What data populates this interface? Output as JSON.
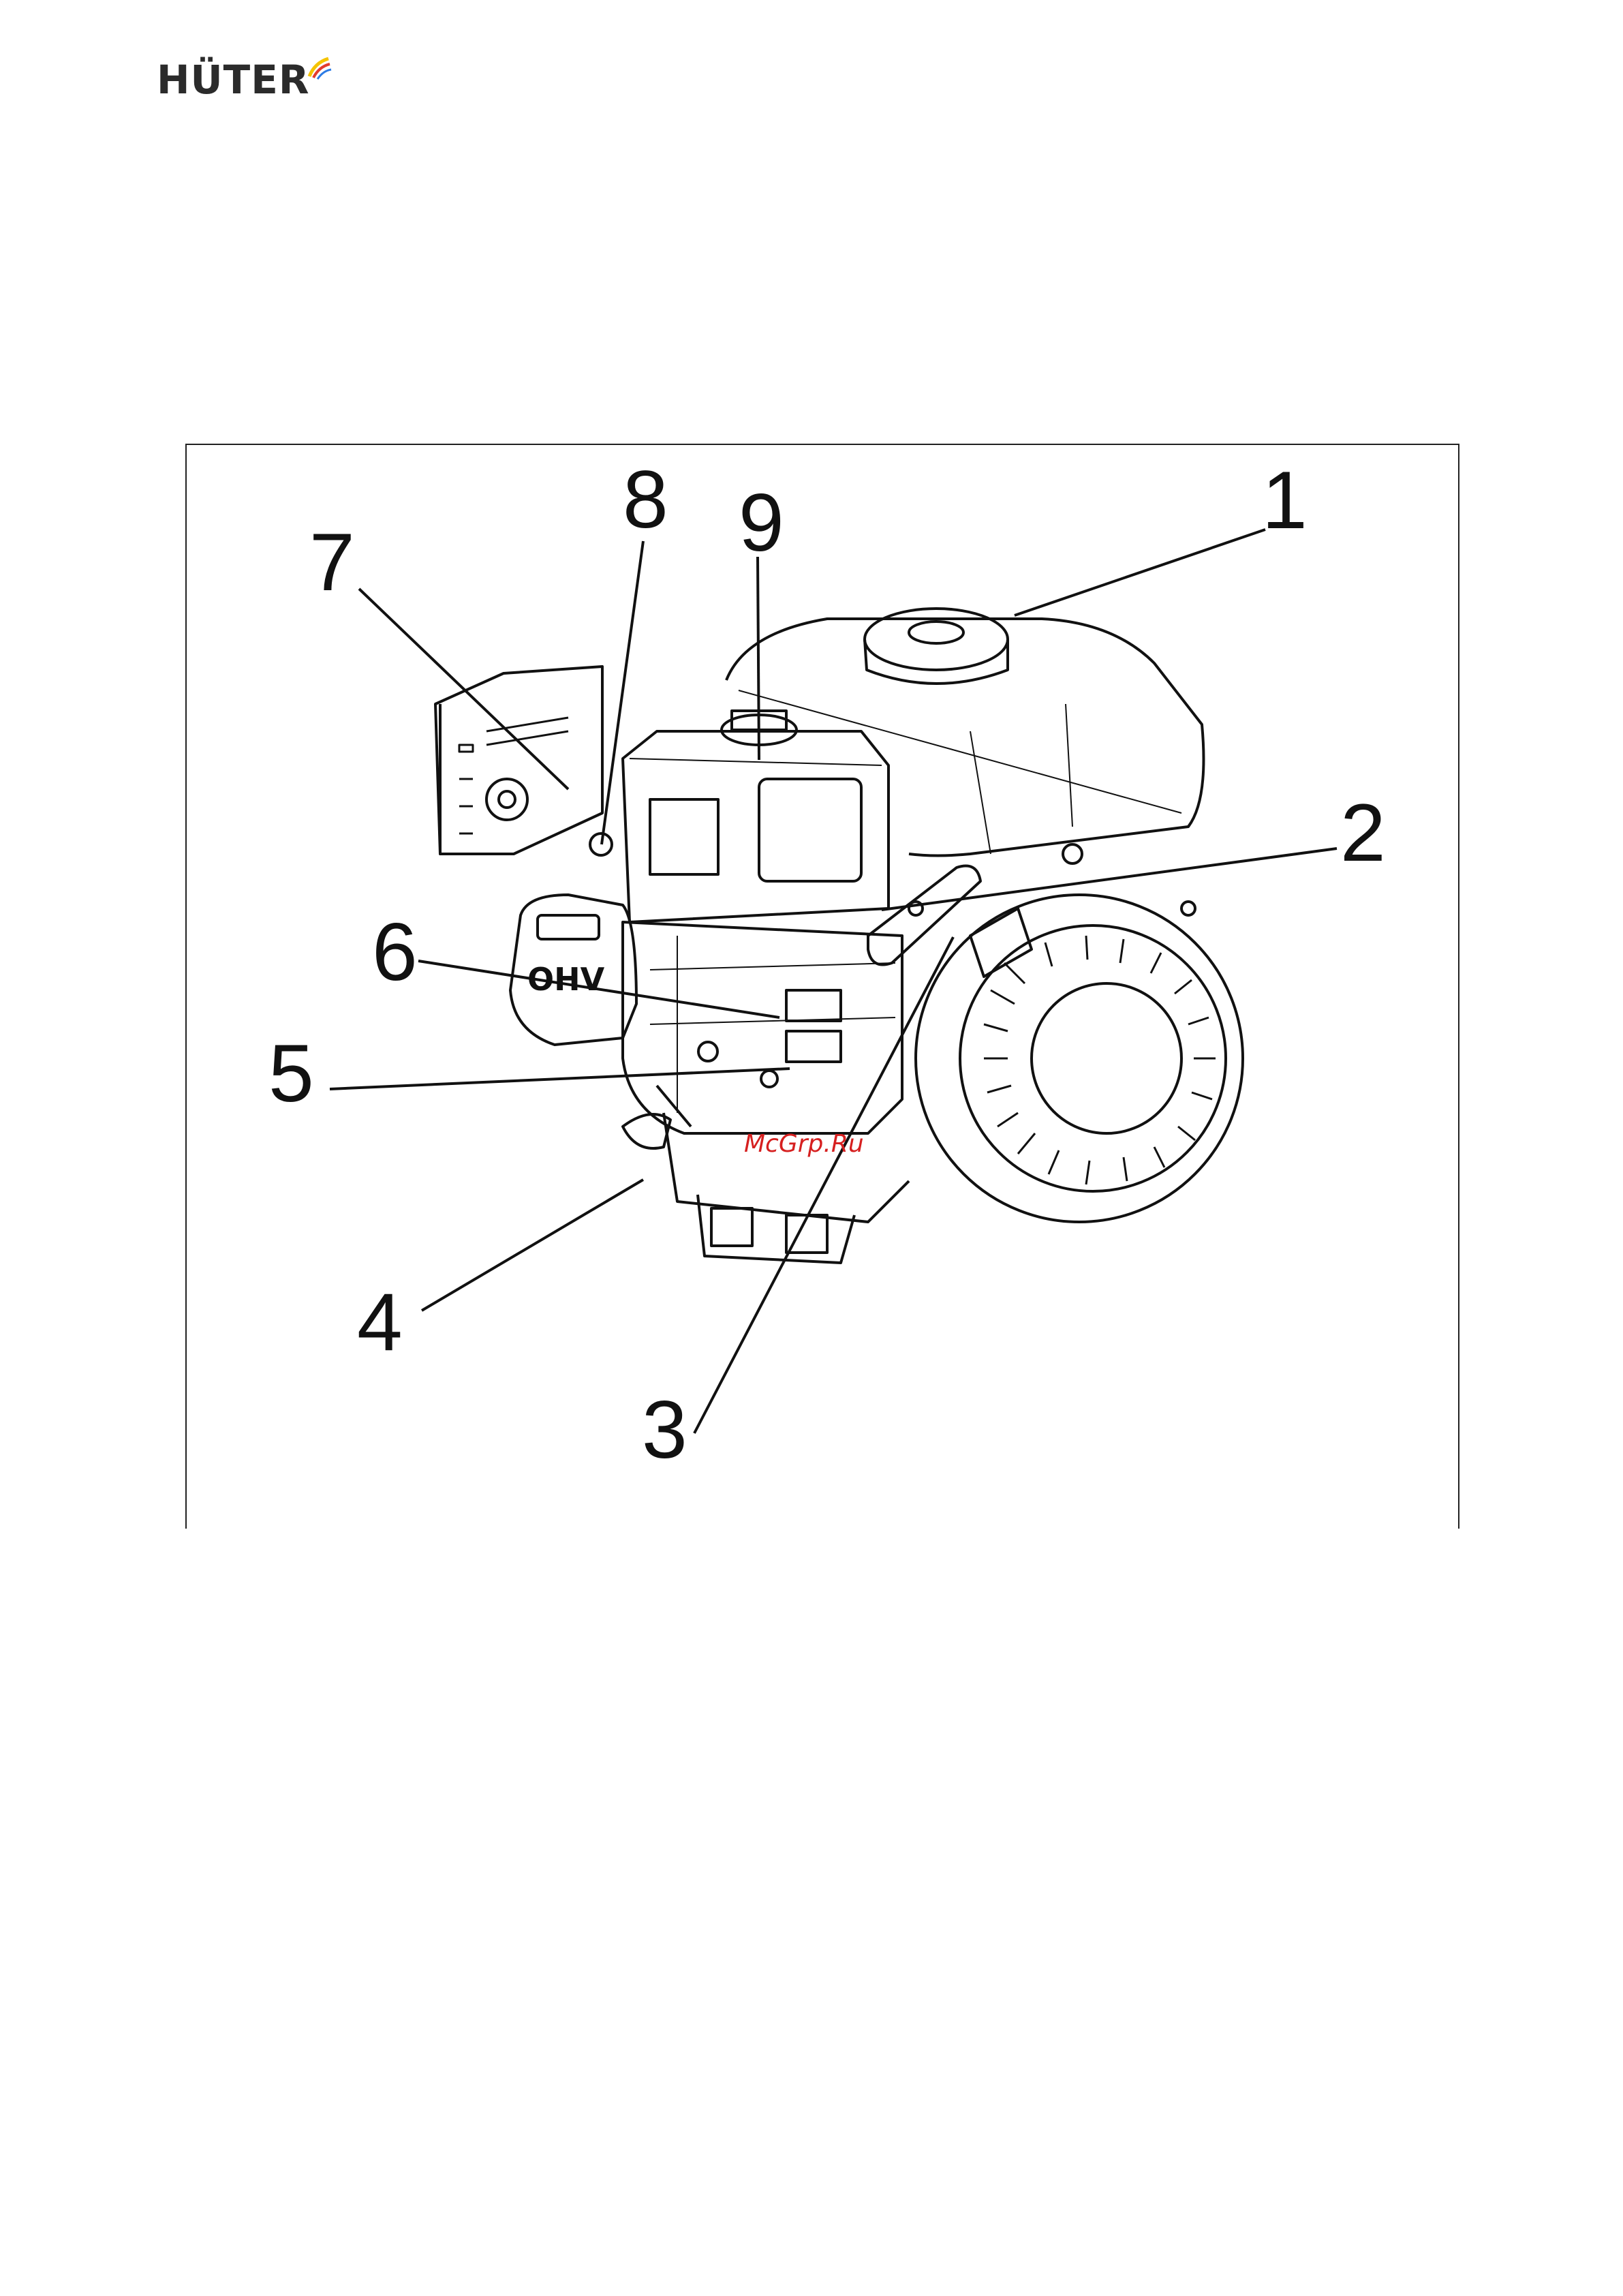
{
  "header": {
    "brand": "HÜTER"
  },
  "figure": {
    "callouts": [
      "1",
      "2",
      "3",
      "4",
      "5",
      "6",
      "7",
      "8",
      "9"
    ],
    "engine_marking": "OHV",
    "watermark": "McGrp.Ru"
  },
  "colors": {
    "line": "#111111",
    "watermark": "#d62020",
    "logo_accent": "#f5c400"
  }
}
